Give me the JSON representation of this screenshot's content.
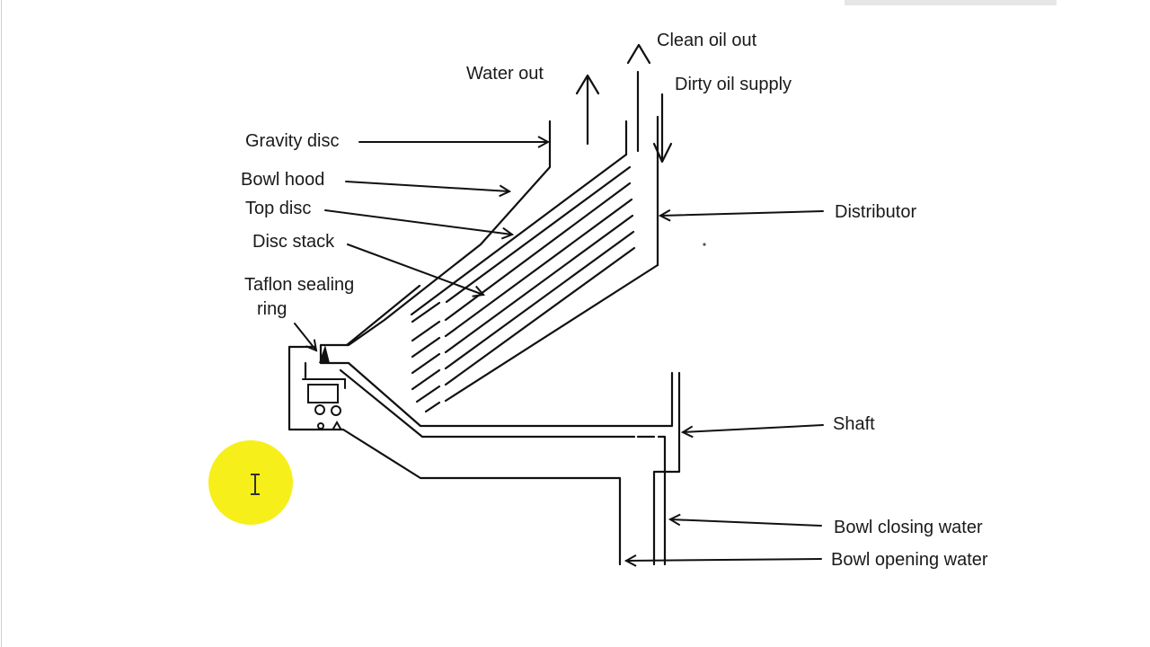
{
  "diagram": {
    "labels": {
      "clean_oil_out": "Clean oil out",
      "water_out": "Water out",
      "dirty_oil_supply": "Dirty oil supply",
      "gravity_disc": "Gravity disc",
      "bowl_hood": "Bowl hood",
      "top_disc": "Top disc",
      "disc_stack": "Disc stack",
      "taflon_line1": "Taflon sealing",
      "taflon_line2": "ring",
      "distributor": "Distributor",
      "shaft": "Shaft",
      "bowl_closing_water": "Bowl closing water",
      "bowl_opening_water": "Bowl opening water"
    },
    "cursor_highlight_color": "#f7ef1a"
  }
}
